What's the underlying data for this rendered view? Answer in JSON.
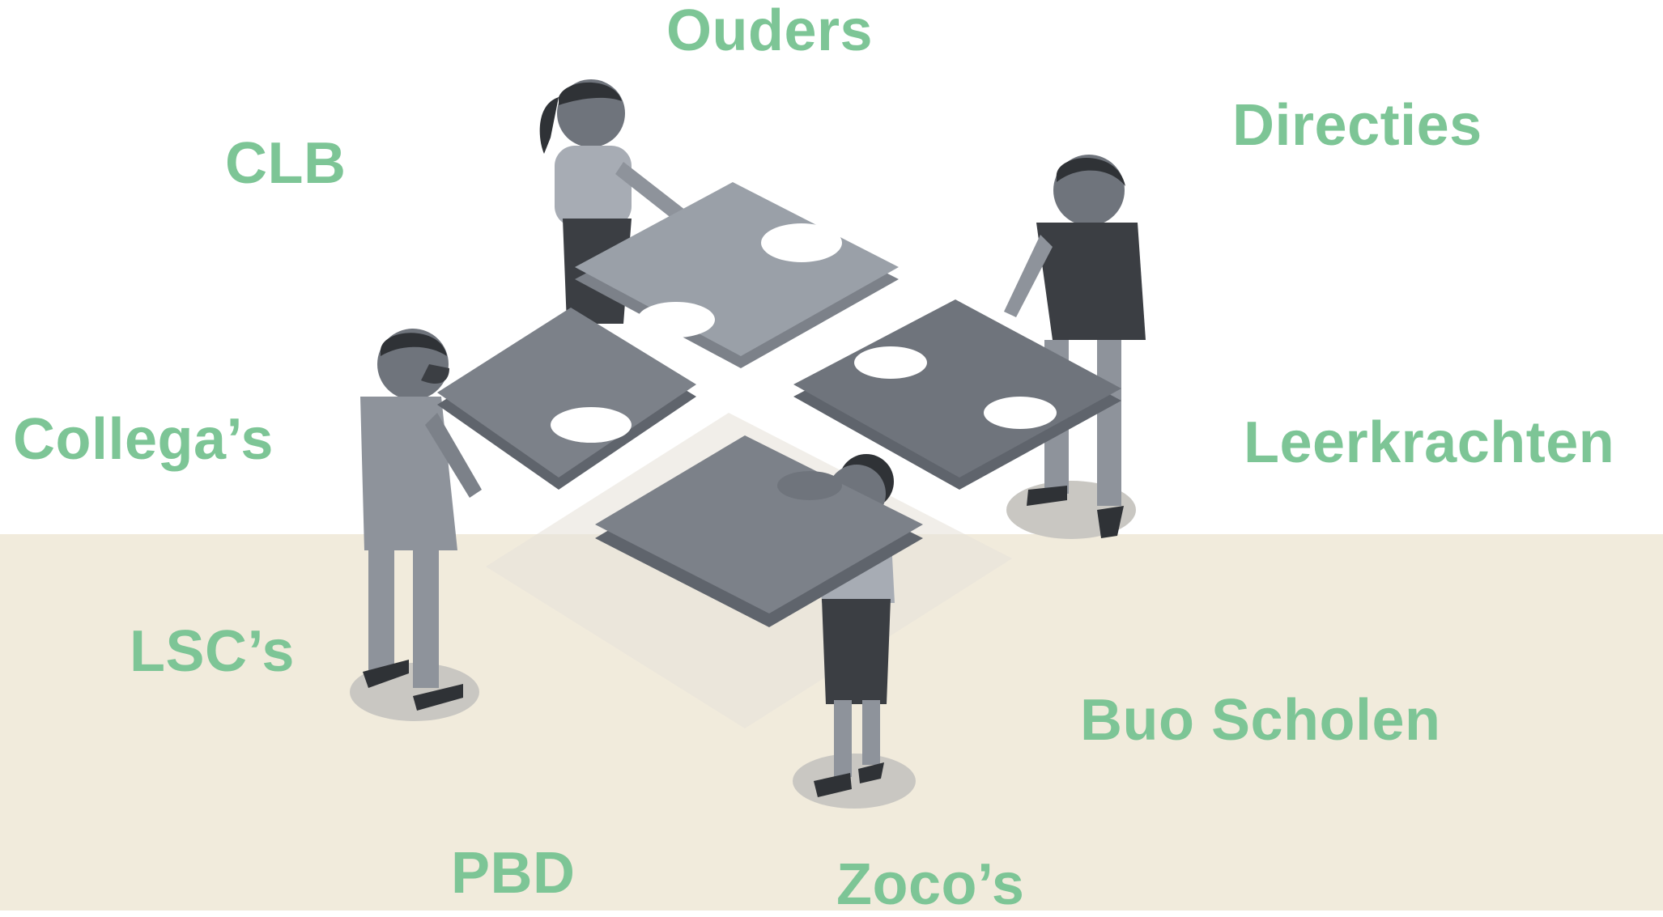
{
  "colors": {
    "label": "#7dc596",
    "floor": "#f1ebdc",
    "background": "#ffffff",
    "puzzle_light": "#9aa0a8",
    "puzzle_dark": "#6f747c",
    "figure_dark": "#3b3e43"
  },
  "labels": {
    "ouders": "Ouders",
    "directies": "Directies",
    "clb": "CLB",
    "collegas": "Collega’s",
    "leerkrachten": "Leerkrachten",
    "lscs": "LSC’s",
    "buo_scholen": "Buo Scholen",
    "pbd": "PBD",
    "zocos": "Zoco’s"
  },
  "illustration": {
    "subject": "four people assembling puzzle pieces"
  }
}
